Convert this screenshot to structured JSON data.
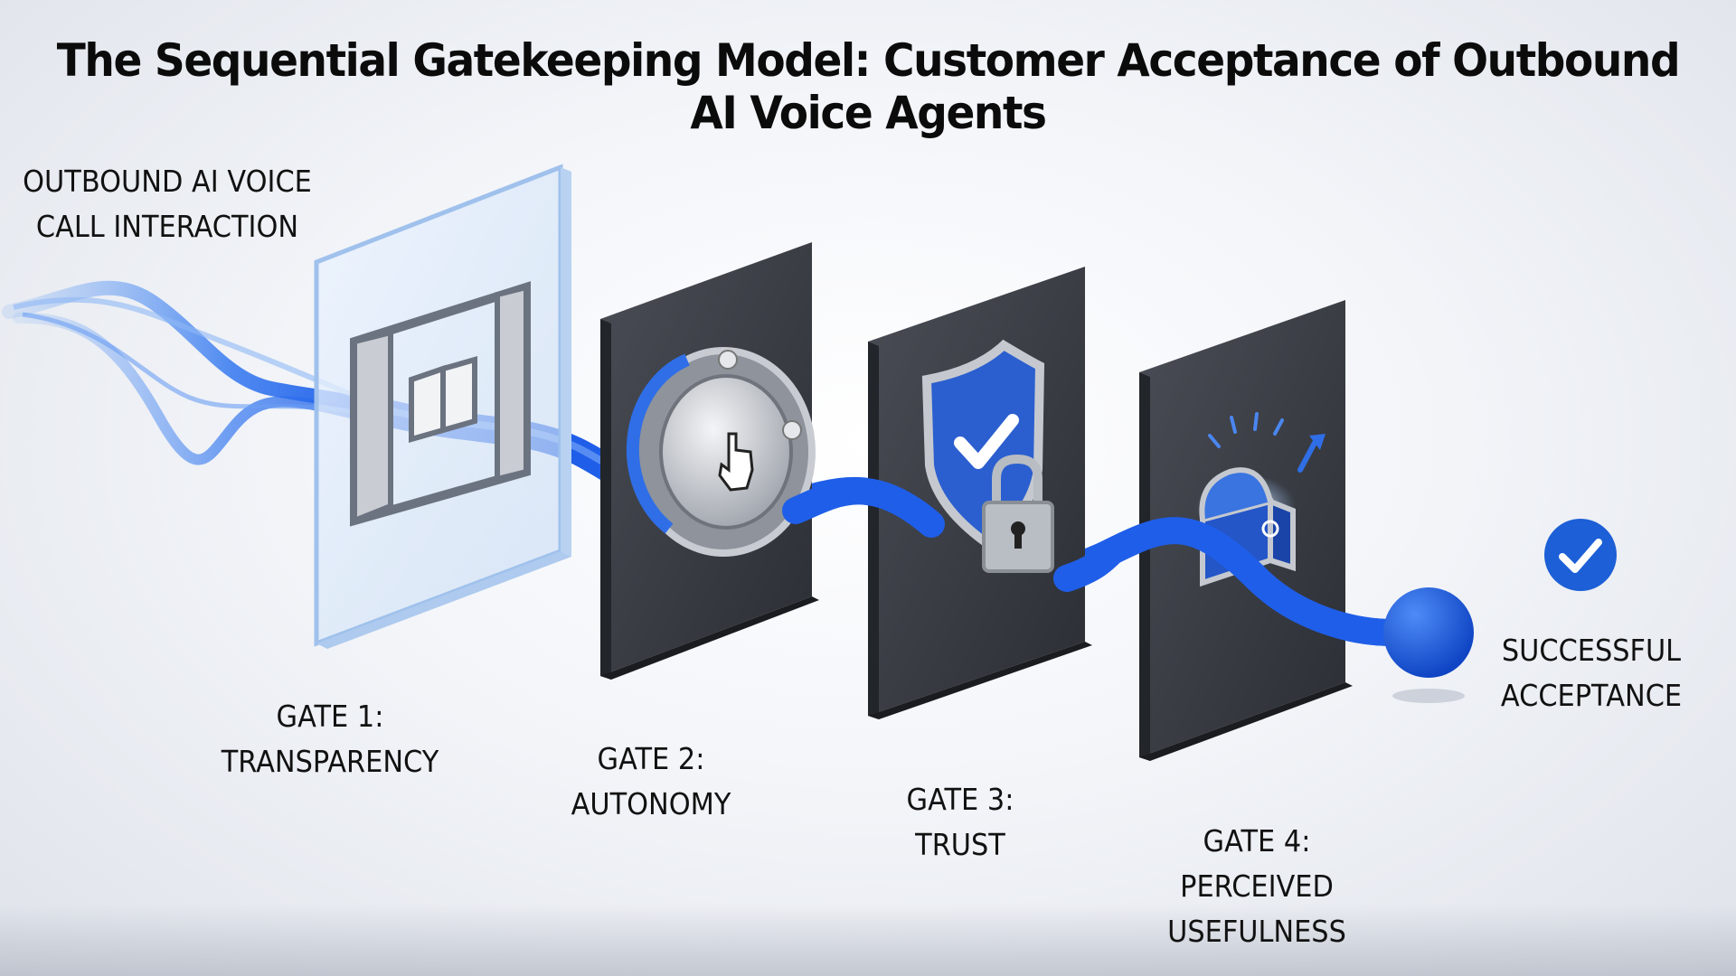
{
  "title": "The Sequential Gatekeeping Model: Customer Acceptance of Outbound AI Voice Agents",
  "start": {
    "line1": "OUTBOUND AI VOICE",
    "line2": "CALL INTERACTION"
  },
  "gates": [
    {
      "line1": "GATE 1:",
      "line2": "TRANSPARENCY",
      "icon": "open-book-window-icon"
    },
    {
      "line1": "GATE 2:",
      "line2": "AUTONOMY",
      "icon": "dial-hand-pointer-icon"
    },
    {
      "line1": "GATE 3:",
      "line2": "TRUST",
      "icon": "shield-check-padlock-icon"
    },
    {
      "line1": "GATE 4:",
      "line2": "PERCEIVED",
      "line3": "USEFULNESS",
      "icon": "treasure-chest-icon"
    }
  ],
  "end": {
    "line1": "SUCCESSFUL",
    "line2": "ACCEPTANCE",
    "icon": "check-circle-icon"
  },
  "colors": {
    "flow": "#1f5ee8",
    "flow_light": "#5b93f2",
    "gate_dark": "#3a3d44",
    "glass": "#c9dcf5",
    "accent": "#1c5fd6"
  }
}
